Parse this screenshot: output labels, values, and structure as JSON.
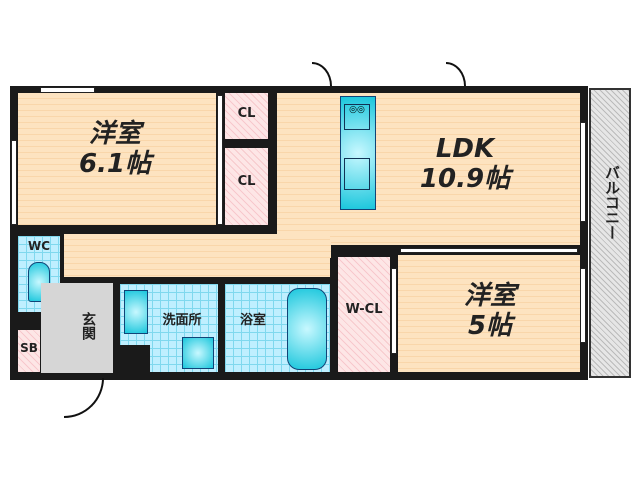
{
  "rooms": {
    "western1": {
      "name": "洋室",
      "size": "6.1帖"
    },
    "closet1": "CL",
    "closet2": "CL",
    "ldk": {
      "name": "LDK",
      "size": "10.9帖"
    },
    "wc": "WC",
    "sb": "SB",
    "entrance": "玄関",
    "washroom": "洗面所",
    "bathroom": "浴室",
    "walkin": "W-CL",
    "western2": {
      "name": "洋室",
      "size": "5帖"
    },
    "balcony": "バルコニー"
  }
}
